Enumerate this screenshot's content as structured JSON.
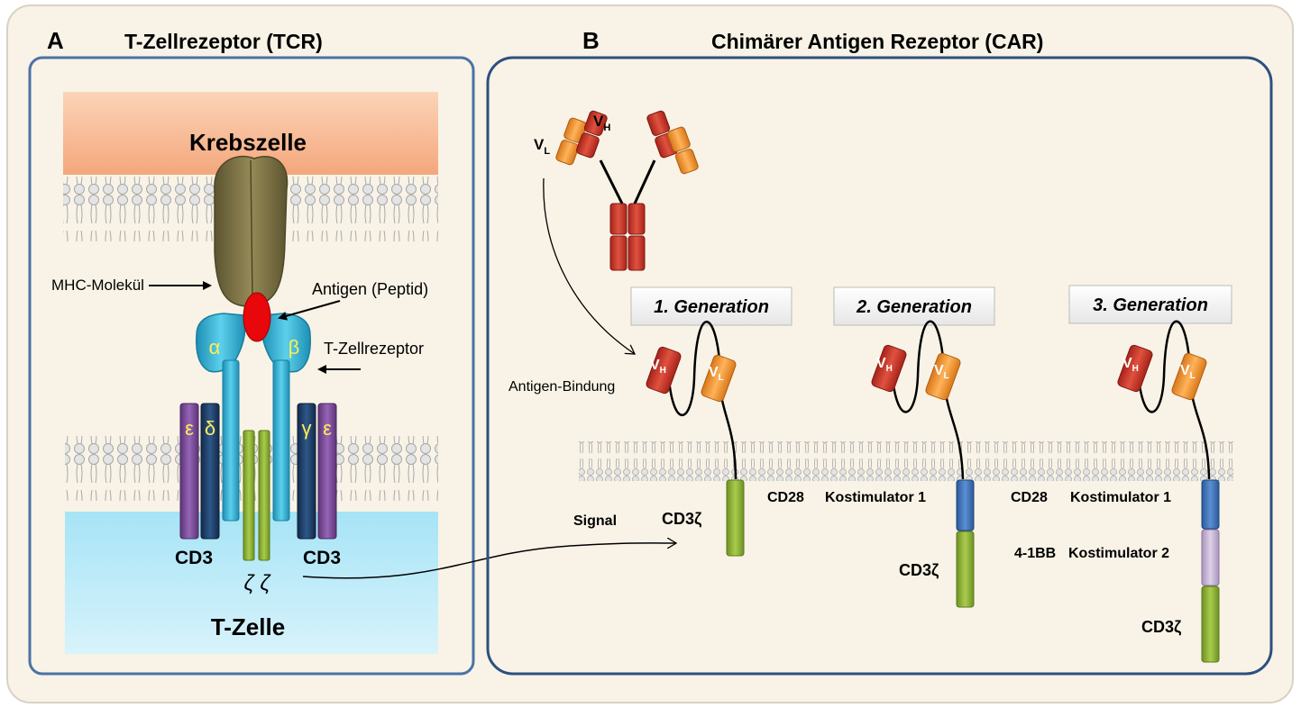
{
  "panelA": {
    "letter": "A",
    "title": "T-Zellrezeptor (TCR)",
    "krebszelle": "Krebszelle",
    "tzelle": "T-Zelle",
    "mhc": "MHC-Molekül",
    "antigen": "Antigen (Peptid)",
    "tcr_label": "T-Zellrezeptor",
    "alpha": "α",
    "beta": "β",
    "epsilon_left": "ε",
    "delta": "δ",
    "gamma": "γ",
    "epsilon_right": "ε",
    "cd3_left": "CD3",
    "cd3_right": "CD3",
    "zeta": "ζ ζ"
  },
  "panelB": {
    "letter": "B",
    "title": "Chimärer Antigen Rezeptor (CAR)",
    "antibody_vl": "V",
    "antibody_vl_sub": "L",
    "antibody_vh": "V",
    "antibody_vh_sub": "H",
    "antigen_binding": "Antigen-Bindung",
    "signal": "Signal",
    "gen1": {
      "title": "1. Generation",
      "vh": "V",
      "vh_sub": "H",
      "vl": "V",
      "vl_sub": "L",
      "cd3z": "CD3ζ"
    },
    "gen2": {
      "title": "2. Generation",
      "vh": "V",
      "vh_sub": "H",
      "vl": "V",
      "vl_sub": "L",
      "cd28": "CD28",
      "kosti1": "Kostimulator 1",
      "cd3z": "CD3ζ"
    },
    "gen3": {
      "title": "3. Generation",
      "vh": "V",
      "vh_sub": "H",
      "vl": "V",
      "vl_sub": "L",
      "cd28": "CD28",
      "kosti1": "Kostimulator 1",
      "bb": "4-1BB",
      "kosti2": "Kostimulator 2",
      "cd3z": "CD3ζ"
    }
  },
  "colors": {
    "background": "#f8f3e6",
    "panel_border": "#3f6597",
    "krebszelle": "#f6b088",
    "tzelle": "#b8e8f7",
    "mhc": "#7a7143",
    "antigen": "#e8070a",
    "tcr": "#3bb6d6",
    "cd3_purple": "#7d4d9a",
    "cd3_navy": "#1f3f66",
    "zeta": "#8fb235",
    "vh": "#c0392b",
    "vl": "#f39c30",
    "kosti1": "#3a6fb3",
    "kosti2": "#c8b6d6",
    "greek": "#ffee55"
  }
}
